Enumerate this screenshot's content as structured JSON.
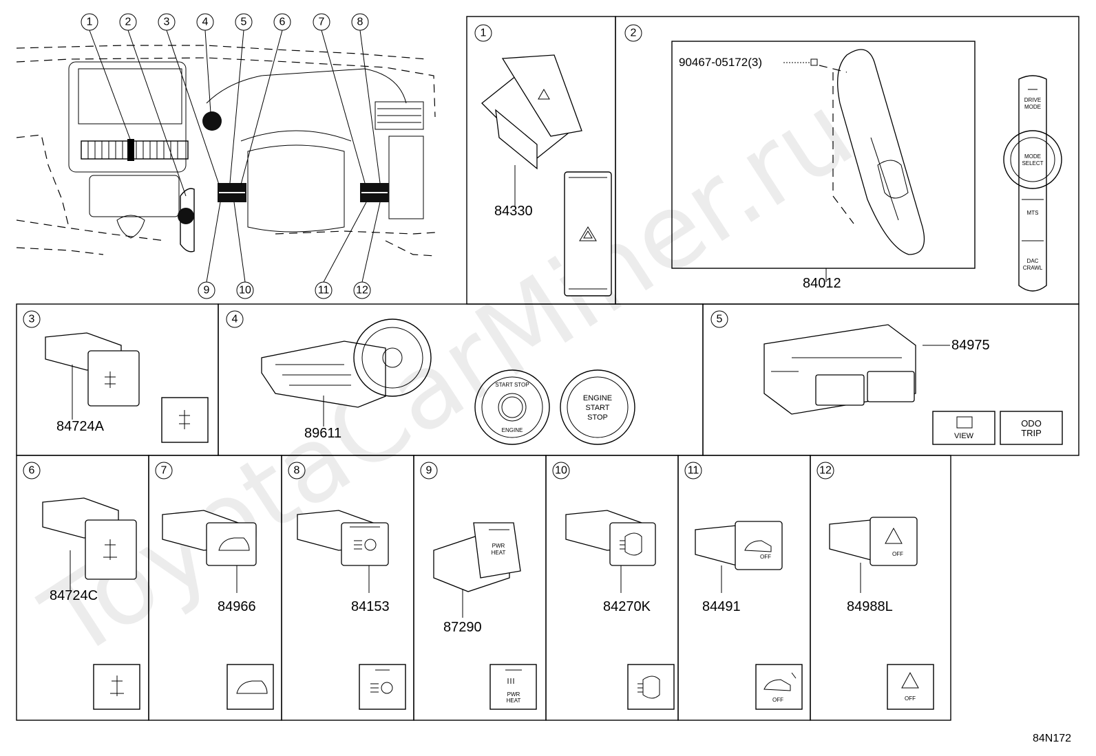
{
  "overview": {
    "callouts": [
      "1",
      "2",
      "3",
      "4",
      "5",
      "6",
      "7",
      "8",
      "9",
      "10",
      "11",
      "12"
    ]
  },
  "panels": [
    {
      "id": "1",
      "part": "84330"
    },
    {
      "id": "2",
      "part": "84012",
      "fastener": "90467-05172(3)",
      "labels": {
        "drive_mode_1": "DRIVE",
        "drive_mode_2": "MODE",
        "mode_select_1": "MODE",
        "mode_select_2": "SELECT",
        "mts": "MTS",
        "dac_1": "DAC",
        "dac_2": "CRAWL"
      }
    },
    {
      "id": "3",
      "part": "84724A"
    },
    {
      "id": "4",
      "part": "89611",
      "labels": {
        "start_stop": "START STOP",
        "engine": "ENGINE",
        "btn2_1": "ENGINE",
        "btn2_2": "START",
        "btn2_3": "STOP"
      }
    },
    {
      "id": "5",
      "part": "84975",
      "labels": {
        "view": "VIEW",
        "odo_1": "ODO",
        "odo_2": "TRIP"
      }
    },
    {
      "id": "6",
      "part": "84724C"
    },
    {
      "id": "7",
      "part": "84966"
    },
    {
      "id": "8",
      "part": "84153"
    },
    {
      "id": "9",
      "part": "87290",
      "labels": {
        "pwr": "PWR",
        "heat": "HEAT"
      }
    },
    {
      "id": "10",
      "part": "84270K"
    },
    {
      "id": "11",
      "part": "84491",
      "labels": {
        "off": "OFF"
      }
    },
    {
      "id": "12",
      "part": "84988L",
      "labels": {
        "off": "OFF"
      }
    }
  ],
  "diagram_code": "84N172",
  "watermark": "ToyotaCarMiner.ru"
}
